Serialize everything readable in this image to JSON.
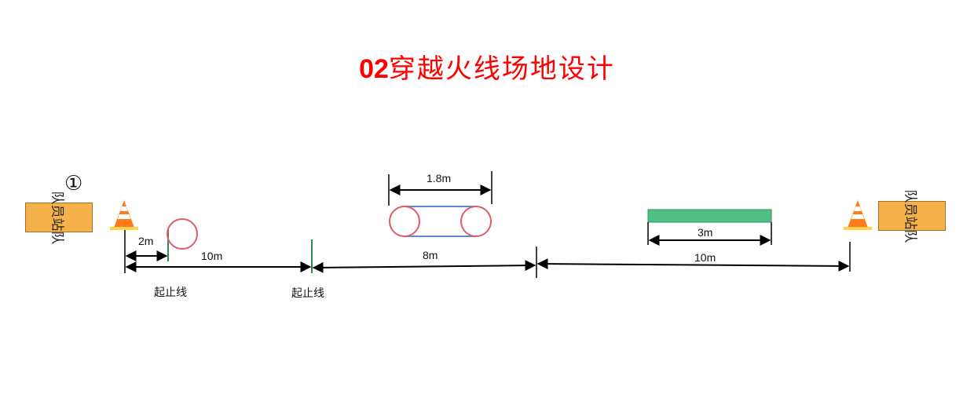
{
  "title": {
    "number": "02",
    "text": "穿越火线场地设计"
  },
  "team_label": "队员站队",
  "marker": "①",
  "measures": {
    "d2m": "2m",
    "d10m_a": "10m",
    "d8m": "8m",
    "d10m_b": "10m",
    "w18m": "1.8m",
    "w3m": "3m"
  },
  "start_line_label": "起止线",
  "colors": {
    "title": "#ff0000",
    "cone_orange": "#ff7a1a",
    "hoop": "#e05a6a",
    "bench": "#4fbf86",
    "band": "#5b8bd8",
    "start_line": "#2e8b57"
  }
}
